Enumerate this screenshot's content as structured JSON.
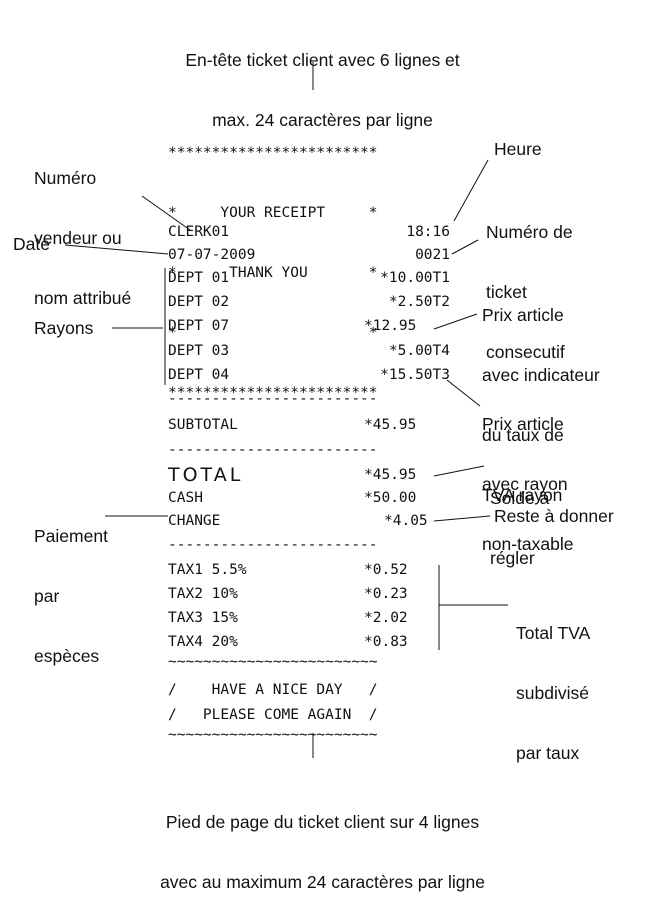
{
  "header_note": [
    "En-tête ticket client avec 6 lignes et",
    "max. 24 caractères par ligne"
  ],
  "footer_note": [
    "Pied de page du ticket client sur 4 lignes",
    "avec au maximum 24 caractères par ligne"
  ],
  "labels": {
    "vendeur": [
      "Numéro",
      "vendeur ou",
      "nom attribué"
    ],
    "date": "Date",
    "rayons": "Rayons",
    "paiement": [
      "Paiement",
      "par",
      "espèces"
    ],
    "heure": "Heure",
    "numero_ticket": [
      "Numéro de",
      "ticket",
      "consecutif"
    ],
    "prix_taux": [
      "Prix article",
      "avec indicateur",
      "du taux de",
      "TVA rayon"
    ],
    "prix_nontax": [
      "Prix article",
      "avec rayon",
      "non-taxable"
    ],
    "solde": [
      "Solde à",
      "régler"
    ],
    "reste": "Reste à donner",
    "total_tva": [
      "Total TVA",
      "subdivisé",
      "par taux"
    ]
  },
  "receipt": {
    "header_lines": [
      "************************",
      "*     YOUR RECEIPT     *",
      "*      THANK YOU       *",
      "*                      *",
      "************************"
    ],
    "clerk": "CLERK01",
    "time": "18:16",
    "date": "07-07-2009",
    "ticket_no": "0021",
    "items": [
      {
        "dept": "DEPT 01",
        "price": "*10.00T1"
      },
      {
        "dept": "DEPT 02",
        "price": "*2.50T2"
      },
      {
        "dept": "DEPT 07",
        "price": "*12.95"
      },
      {
        "dept": "DEPT 03",
        "price": "*5.00T4"
      },
      {
        "dept": "DEPT 04",
        "price": "*15.50T3"
      }
    ],
    "dash_line": "------------------------",
    "subtotal_label": "SUBTOTAL",
    "subtotal_value": "*45.95",
    "total_label": "TOTAL",
    "total_value": "*45.95",
    "cash_label": "CASH",
    "cash_value": "*50.00",
    "change_label": "CHANGE",
    "change_value": "*4.05",
    "taxes": [
      {
        "label": "TAX1 5.5%",
        "value": "*0.52"
      },
      {
        "label": "TAX2 10%",
        "value": "*0.23"
      },
      {
        "label": "TAX3 15%",
        "value": "*2.02"
      },
      {
        "label": "TAX4 20%",
        "value": "*0.83"
      }
    ],
    "wave_line": "~~~~~~~~~~~~~~~~~~~~~~~~",
    "footer_lines": [
      "/    HAVE A NICE DAY   /",
      "/   PLEASE COME AGAIN  /"
    ]
  }
}
